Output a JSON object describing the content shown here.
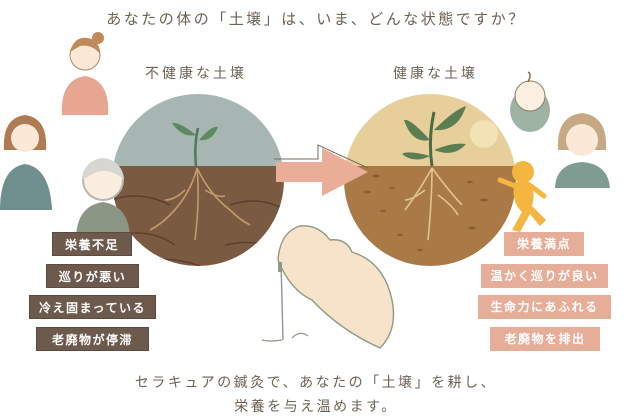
{
  "header": {
    "title": "あなたの体の「土壌」は、いま、どんな状態ですか？"
  },
  "panels": {
    "unhealthy": {
      "label": "不健康な土壌",
      "colors": {
        "sky": "#a7b6b2",
        "soil": "#7a5a41",
        "roots": "#c39a6b",
        "leaf": "#5d8a62"
      },
      "tags": [
        "栄養不足",
        "巡りが悪い",
        "冷え固まっている",
        "老廃物が停滞"
      ]
    },
    "healthy": {
      "label": "健康な土壌",
      "colors": {
        "sky": "#e6cf9a",
        "soil": "#a97a45",
        "roots": "#e3c393",
        "leaf": "#5b7d52",
        "sun": "#f3e2b3"
      },
      "tags": [
        "栄養満点",
        "温かく巡りが良い",
        "生命力にあふれる",
        "老廃物を排出"
      ]
    }
  },
  "illustrations": {
    "arrow_color": "#eaae98",
    "unhealthy_people": [
      "worried-woman-standing",
      "woman-shoulder-pain",
      "elderly-woman-tired"
    ],
    "healthy_people": [
      "smiling-baby",
      "smiling-woman",
      "happy-ginger-figure"
    ],
    "center": "hand-holding-acupuncture-needle"
  },
  "footer": {
    "line1": "セラキュアの鍼灸で、あなたの「土壌」を耕し、",
    "line2": "栄養を与え温めます。"
  }
}
